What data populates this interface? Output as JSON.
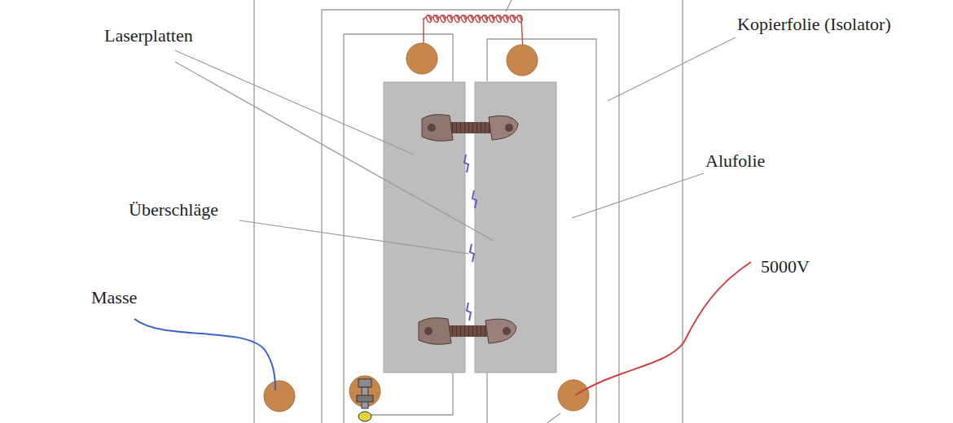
{
  "diagram": {
    "labels": [
      "Laserplatten",
      "Kopierfolie (Isolator)",
      "Alufolie",
      "Überschläge",
      "Masse",
      "5000V"
    ]
  }
}
